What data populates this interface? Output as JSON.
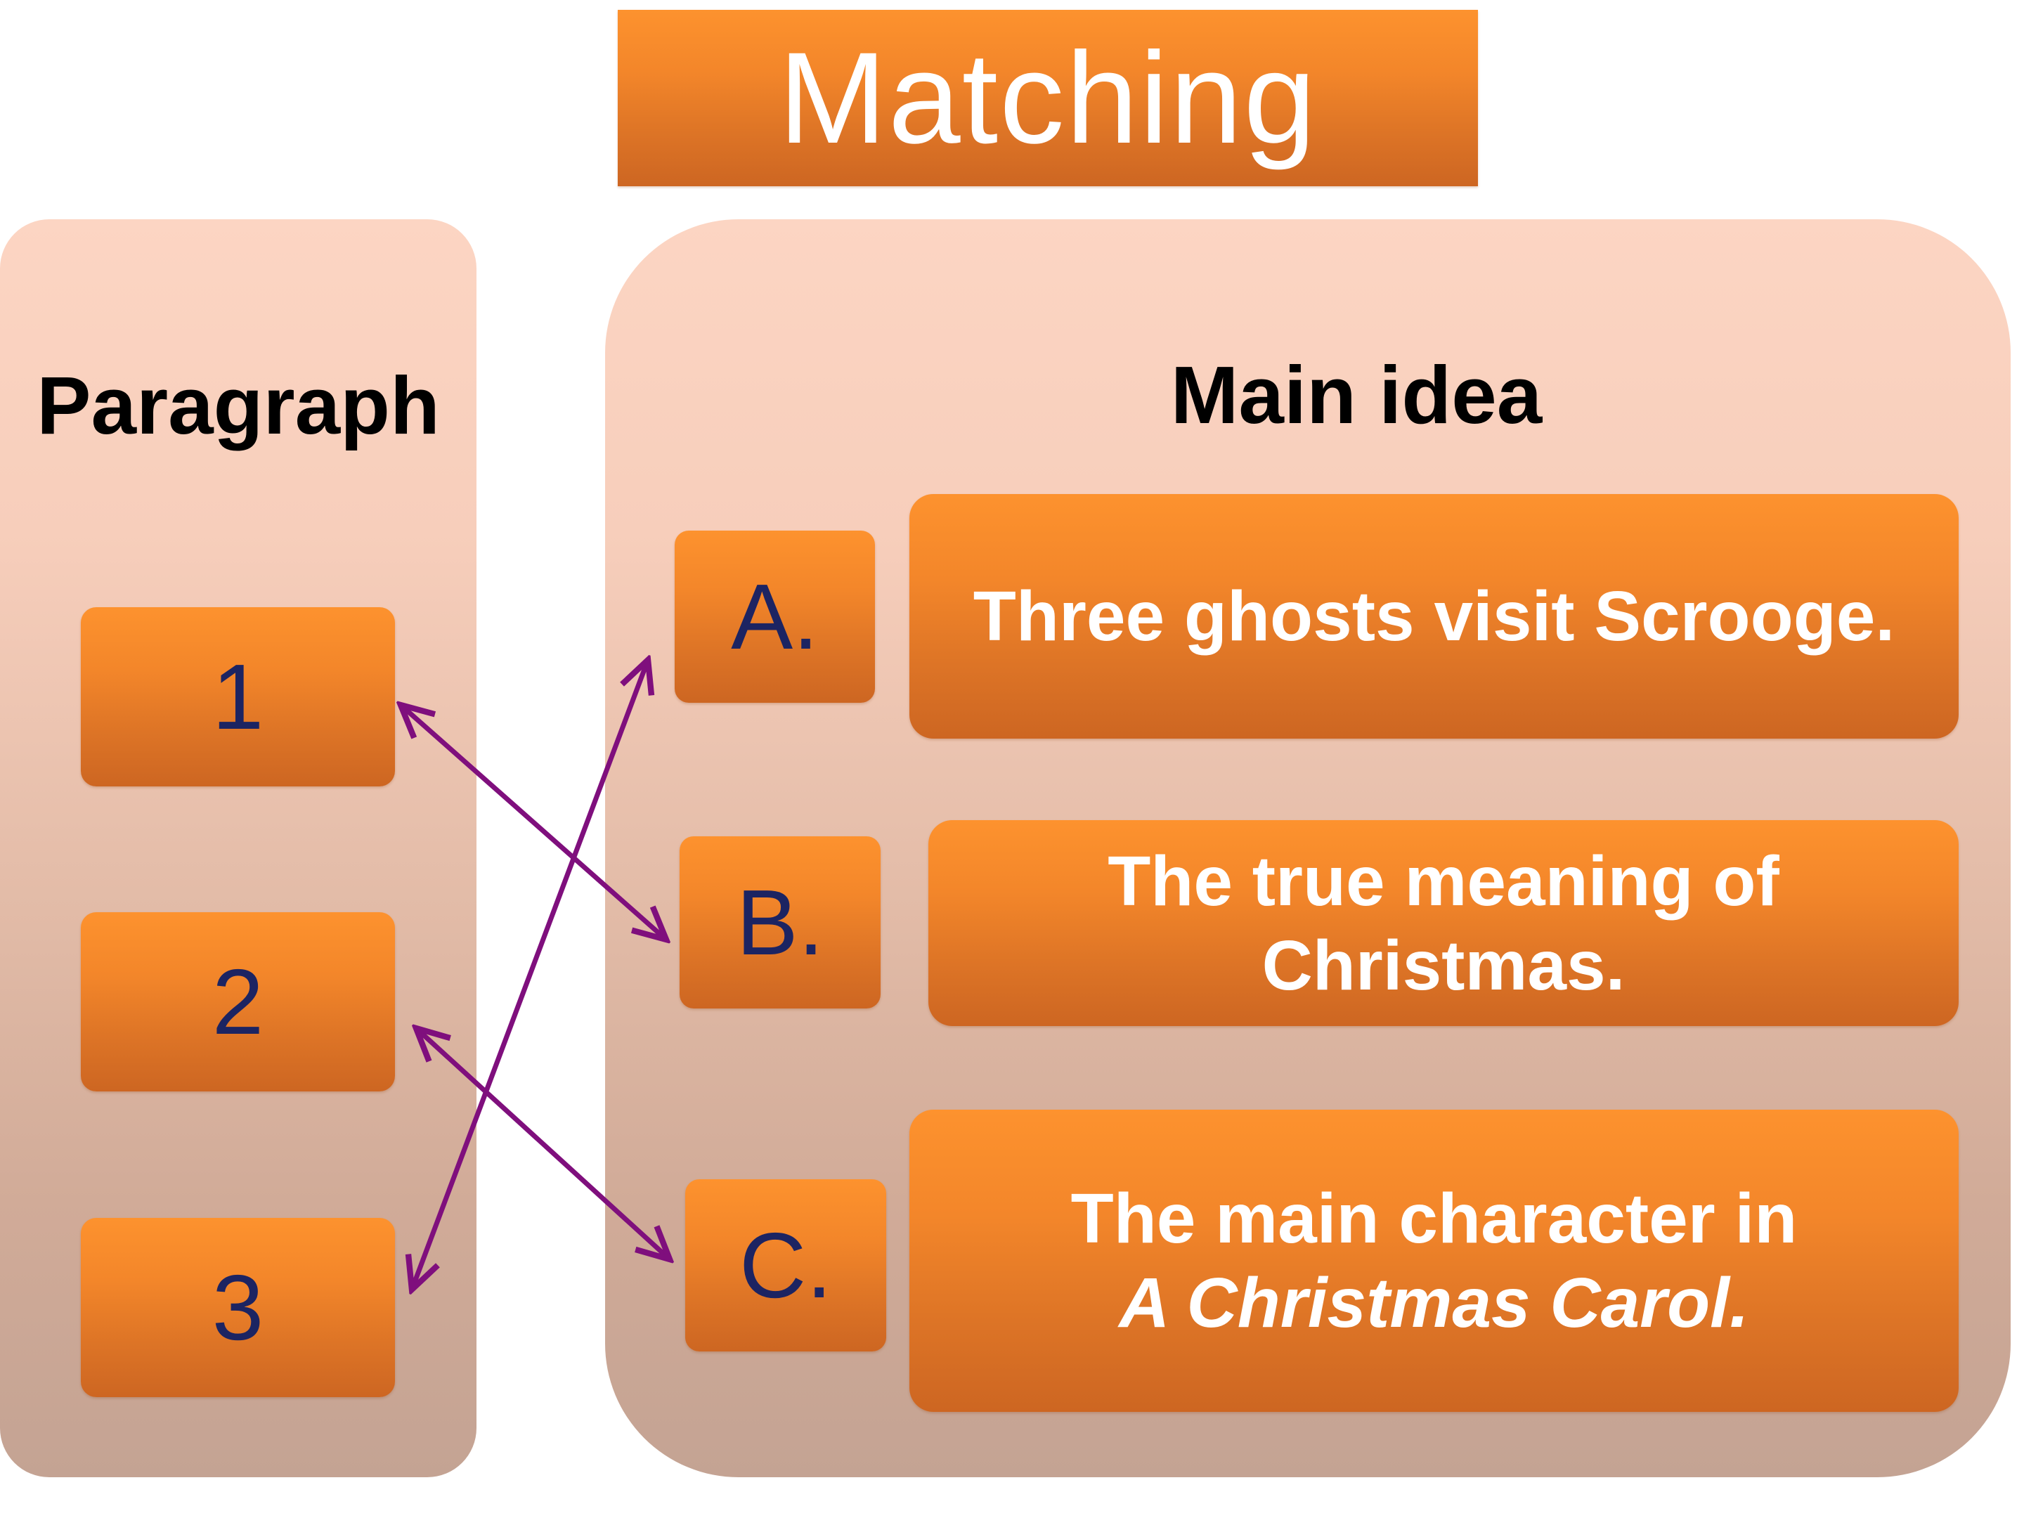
{
  "title": "Matching",
  "columns": {
    "left_heading": "Paragraph",
    "right_heading": "Main idea"
  },
  "paragraphs": [
    {
      "label": "1"
    },
    {
      "label": "2"
    },
    {
      "label": "3"
    }
  ],
  "ideas": [
    {
      "letter": "A.",
      "lines": [
        "Three ghosts visit Scrooge."
      ]
    },
    {
      "letter": "B.",
      "lines": [
        "The true meaning of",
        "Christmas."
      ]
    },
    {
      "letter": "C.",
      "lines": [
        "The main character in",
        "A Christmas Carol."
      ]
    }
  ],
  "matches": [
    {
      "paragraph": "1",
      "idea": "B."
    },
    {
      "paragraph": "2",
      "idea": "C."
    },
    {
      "paragraph": "3",
      "idea": "A."
    }
  ],
  "colors": {
    "box_orange": "#f3862a",
    "arrow": "#7f0f7d",
    "label_navy": "#1c2462",
    "panel_peach": "#f7cebb"
  }
}
